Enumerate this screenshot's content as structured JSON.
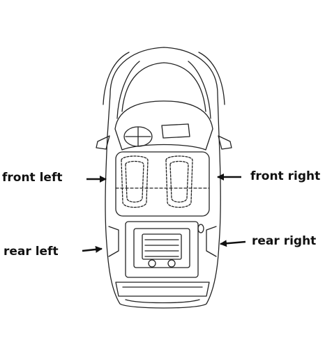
{
  "labels": {
    "front_left": "front left",
    "front_right": "front right",
    "rear_left": "rear left",
    "rear_right": "rear right"
  },
  "colors": {
    "line": "#111111",
    "background": "#ffffff"
  },
  "icons": {
    "car": "car-top-view-icon",
    "pointer": "arrow-pointer-icon"
  }
}
